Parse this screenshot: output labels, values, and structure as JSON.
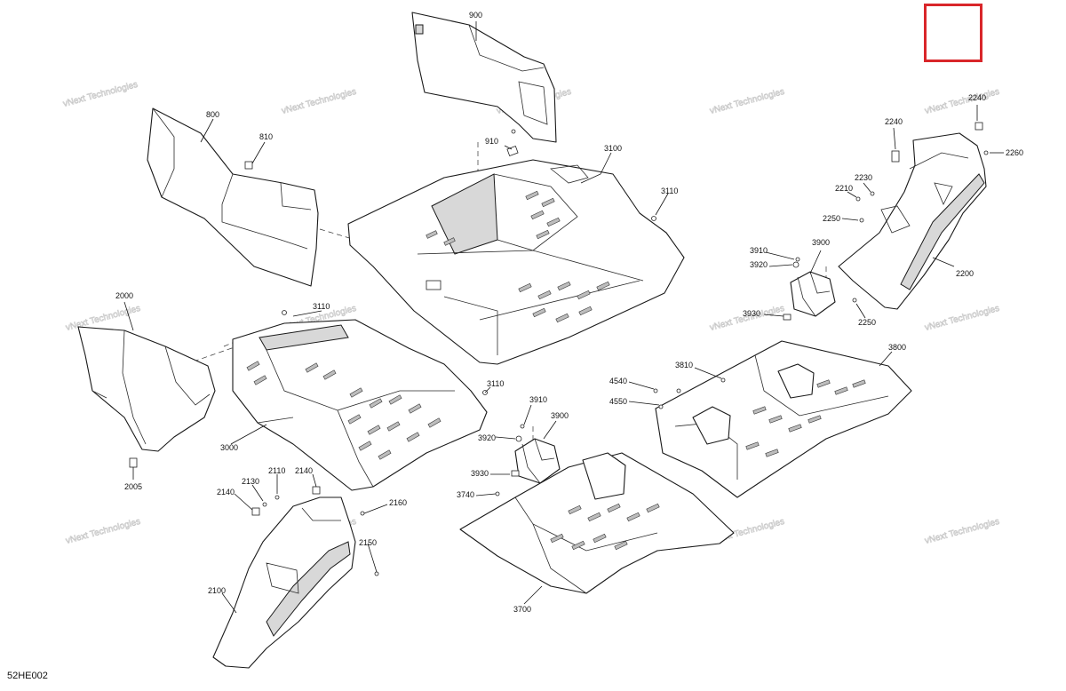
{
  "figure_code": "52HE002",
  "watermark": "vNext Technologies",
  "highlight_color": "#d9262a",
  "callouts": {
    "c900": "900",
    "c910": "910",
    "c800": "800",
    "c810": "810",
    "c3100": "3100",
    "c3110a": "3110",
    "c3110b": "3110",
    "c3110c": "3110",
    "c2000": "2000",
    "c2005": "2005",
    "c3000": "3000",
    "c2240a": "2240",
    "c2240b": "2240",
    "c2260": "2260",
    "c2230": "2230",
    "c2210": "2210",
    "c2250a": "2250",
    "c2250b": "2250",
    "c2200": "2200",
    "c3910a": "3910",
    "c3920a": "3920",
    "c3900a": "3900",
    "c3930a": "3930",
    "c3810": "3810",
    "c3800": "3800",
    "c4540": "4540",
    "c4550": "4550",
    "c3910b": "3910",
    "c3900b": "3900",
    "c3920b": "3920",
    "c3930b": "3930",
    "c3740": "3740",
    "c3700": "3700",
    "c2110": "2110",
    "c2140a": "2140",
    "c2130": "2130",
    "c2140b": "2140",
    "c2160": "2160",
    "c2150": "2150",
    "c2100": "2100"
  }
}
